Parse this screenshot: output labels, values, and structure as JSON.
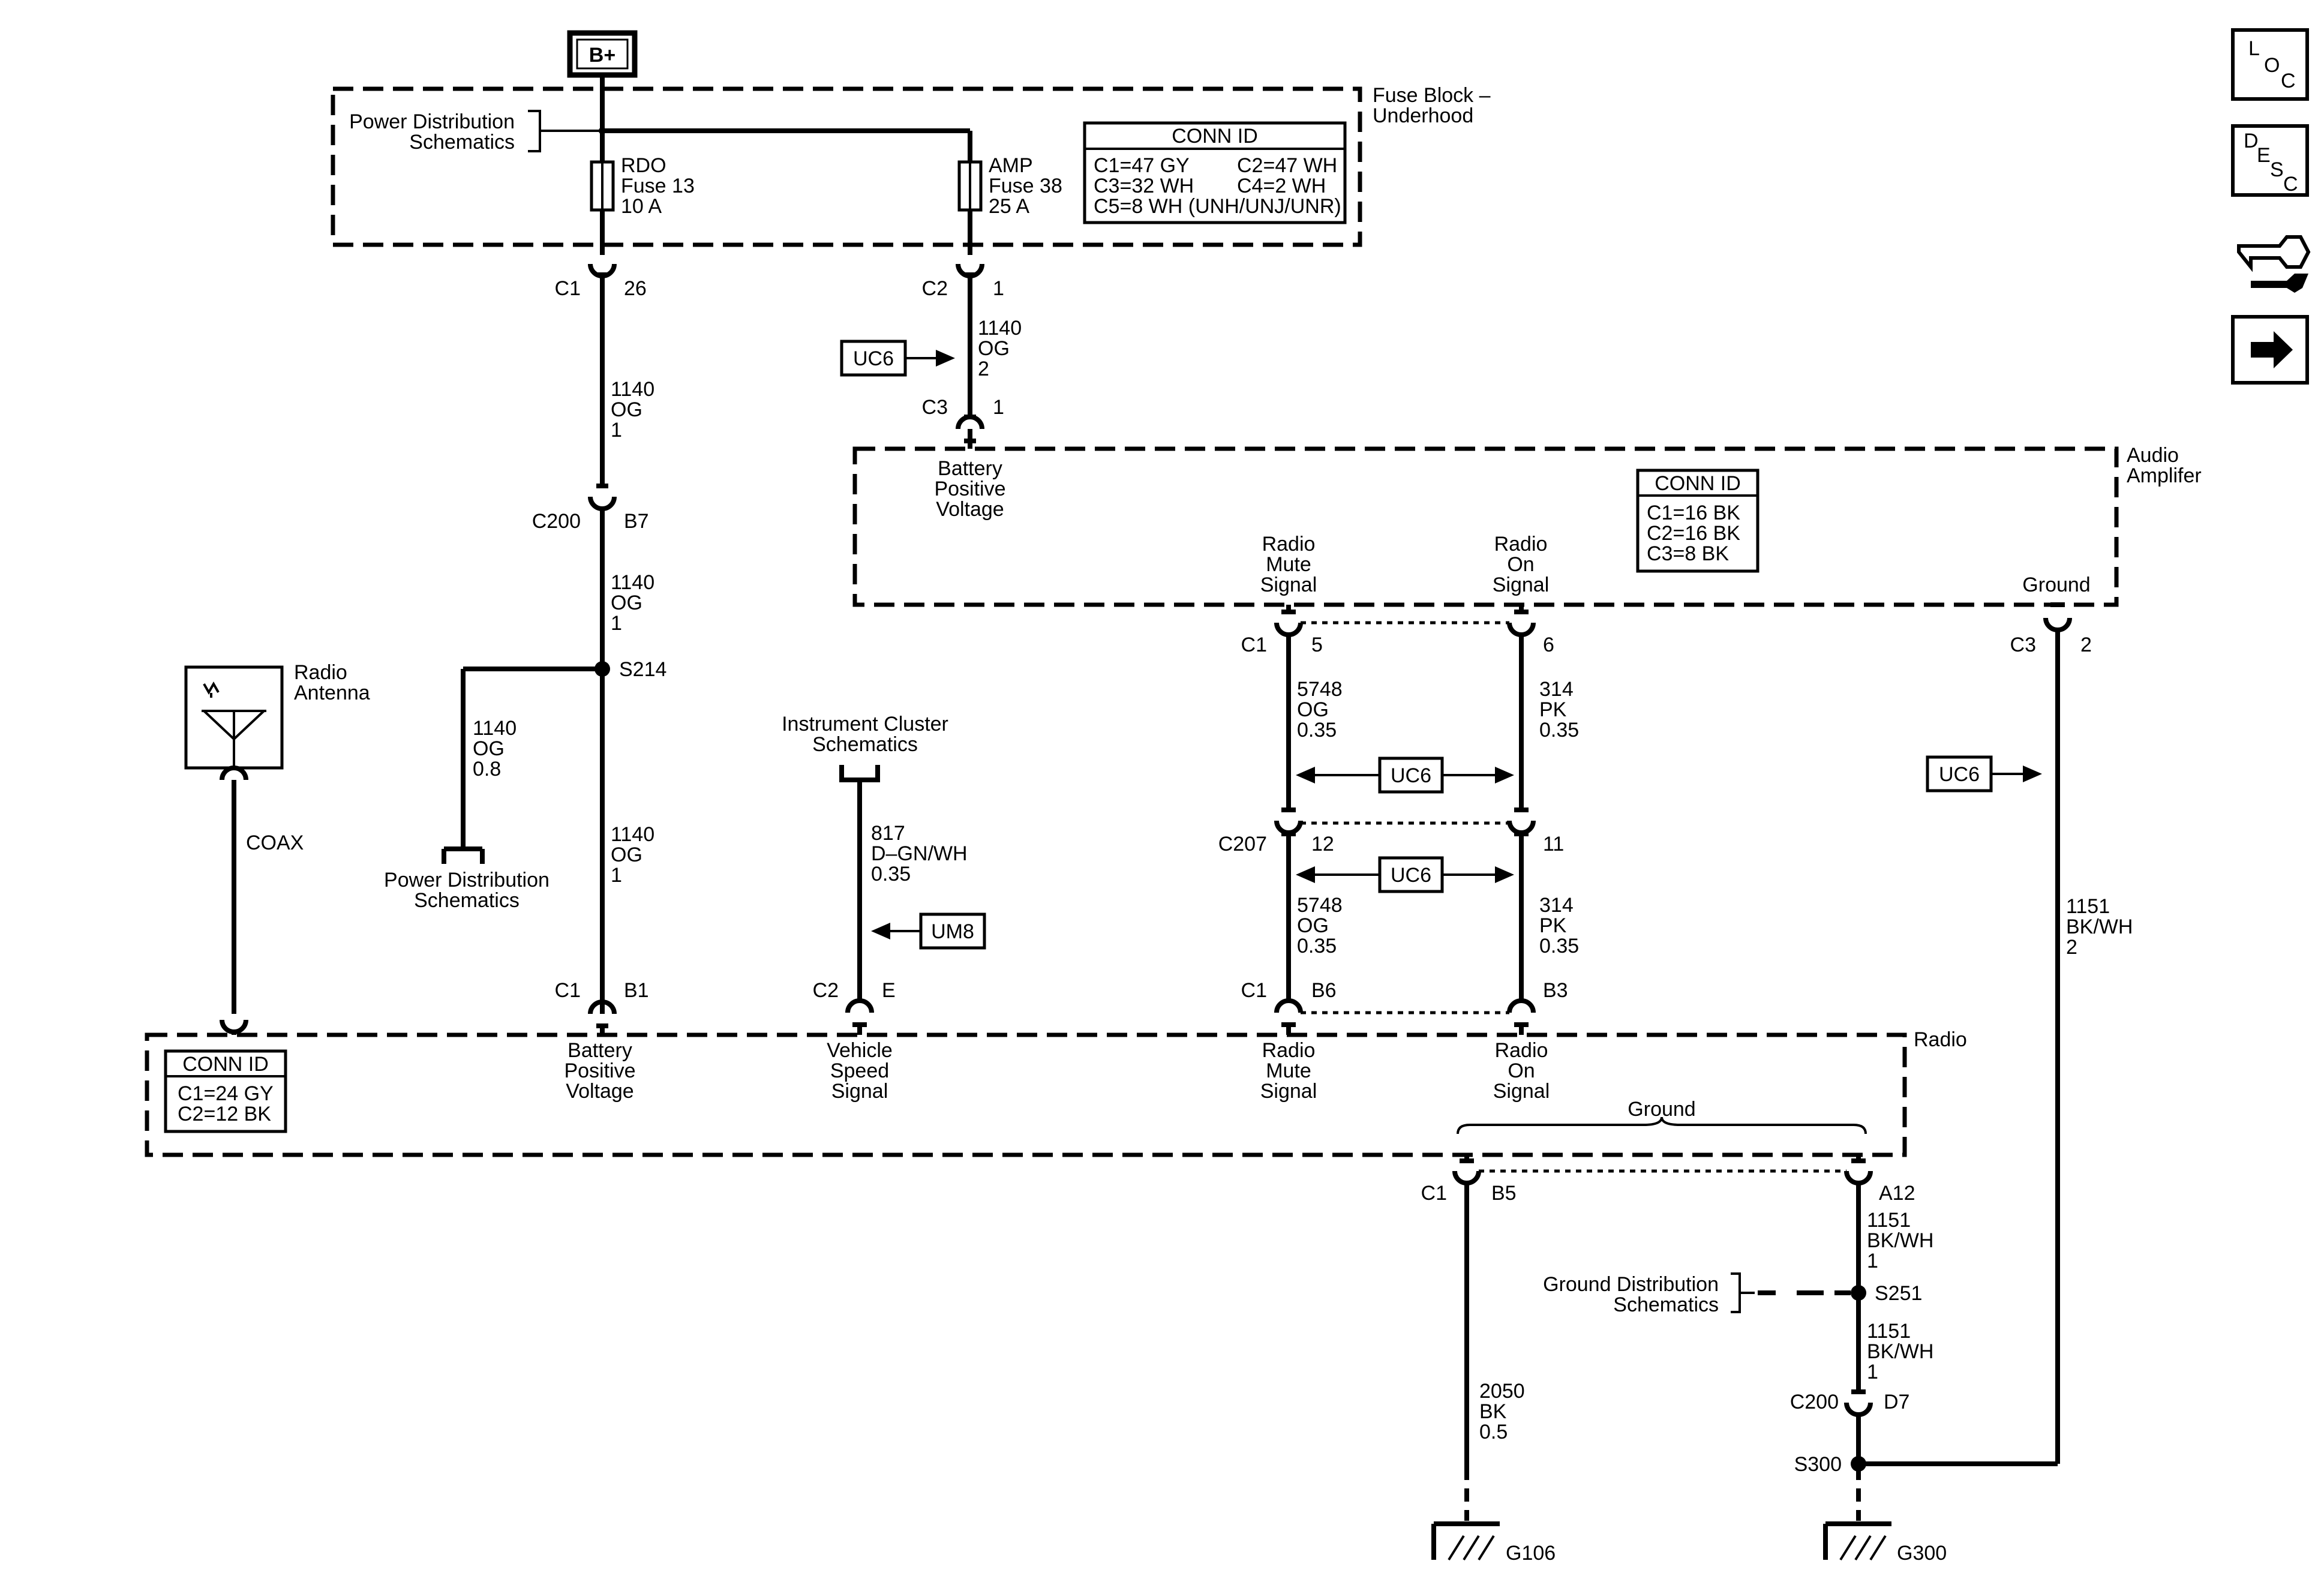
{
  "supply": {
    "b_plus": "B+"
  },
  "fuse_block": {
    "name": "Fuse Block –\nUnderhood",
    "power_dist_ref": "Power Distribution\nSchematics",
    "rdo_fuse": "RDO\nFuse 13\n10 A",
    "amp_fuse": "AMP\nFuse 38\n25 A",
    "conn_id": {
      "title": "CONN ID",
      "left": "C1=47 GY\nC3=32 WH\nC5=8 WH (UNH/UNJ/UNR)",
      "right": "C2=47 WH\nC4=2 WH"
    }
  },
  "amplifier": {
    "name": "Audio\nAmplifer",
    "battery_pin": "Battery\nPositive\nVoltage",
    "mute_pin": "Radio\nMute\nSignal",
    "on_pin": "Radio\nOn\nSignal",
    "ground_pin": "Ground",
    "conn_id": {
      "title": "CONN ID",
      "lines": "C1=16 BK\nC2=16 BK\nC3=8 BK"
    }
  },
  "radio": {
    "name": "Radio",
    "battery_pin": "Battery\nPositive\nVoltage",
    "speed_pin": "Vehicle\nSpeed\nSignal",
    "mute_pin": "Radio\nMute\nSignal",
    "on_pin": "Radio\nOn\nSignal",
    "ground_label": "Ground",
    "conn_id": {
      "title": "CONN ID",
      "lines": "C1=24 GY\nC2=12 BK"
    }
  },
  "antenna": {
    "label": "Radio\nAntenna",
    "coax": "COAX"
  },
  "cluster_ref": "Instrument Cluster\nSchematics",
  "power_dist_ref2": "Power Distribution\nSchematics",
  "ground_dist_ref": "Ground Distribution\nSchematics",
  "connectors": {
    "c1_26": {
      "name": "C1",
      "pin": "26"
    },
    "c2_1": {
      "name": "C2",
      "pin": "1"
    },
    "c3_1": {
      "name": "C3",
      "pin": "1"
    },
    "c200_b7": {
      "name": "C200",
      "pin": "B7"
    },
    "c1_b1": {
      "name": "C1",
      "pin": "B1"
    },
    "c2_e": {
      "name": "C2",
      "pin": "E"
    },
    "amp_c1_5": {
      "name": "C1",
      "pin": "5"
    },
    "amp_pin6": {
      "pin": "6"
    },
    "c207_12": {
      "name": "C207",
      "pin": "12"
    },
    "c207_11": {
      "pin": "11"
    },
    "radio_c1_b6": {
      "name": "C1",
      "pin": "B6"
    },
    "radio_b3": {
      "pin": "B3"
    },
    "amp_c3_2": {
      "name": "C3",
      "pin": "2"
    },
    "radio_c1_b5": {
      "name": "C1",
      "pin": "B5"
    },
    "radio_a12": {
      "pin": "A12"
    },
    "c200_d7": {
      "name": "C200",
      "pin": "D7"
    }
  },
  "splices": {
    "s214": "S214",
    "s251": "S251",
    "s300": "S300"
  },
  "grounds": {
    "g106": "G106",
    "g300": "G300"
  },
  "wires": {
    "w1140_og_2": "1140\nOG\n2",
    "w1140_og_1a": "1140\nOG\n1",
    "w1140_og_1b": "1140\nOG\n1",
    "w1140_og_08": "1140\nOG\n0.8",
    "w1140_og_1c": "1140\nOG\n1",
    "w817": "817\nD–GN/WH\n0.35",
    "w5748_a": "5748\nOG\n0.35",
    "w314_a": "314\nPK\n0.35",
    "w5748_b": "5748\nOG\n0.35",
    "w314_b": "314\nPK\n0.35",
    "w1151_amp": "1151\nBK/WH\n2",
    "w1151_a12": "1151\nBK/WH\n1",
    "w1151_s251": "1151\nBK/WH\n1",
    "w2050": "2050\nBK\n0.5"
  },
  "refs": {
    "uc6": "UC6",
    "um8": "UM8"
  },
  "sidebar": {
    "loc": "LOC",
    "desc": "DESC",
    "nav_icon": "connector-nav-icon",
    "next_icon": "arrow-right-icon"
  }
}
